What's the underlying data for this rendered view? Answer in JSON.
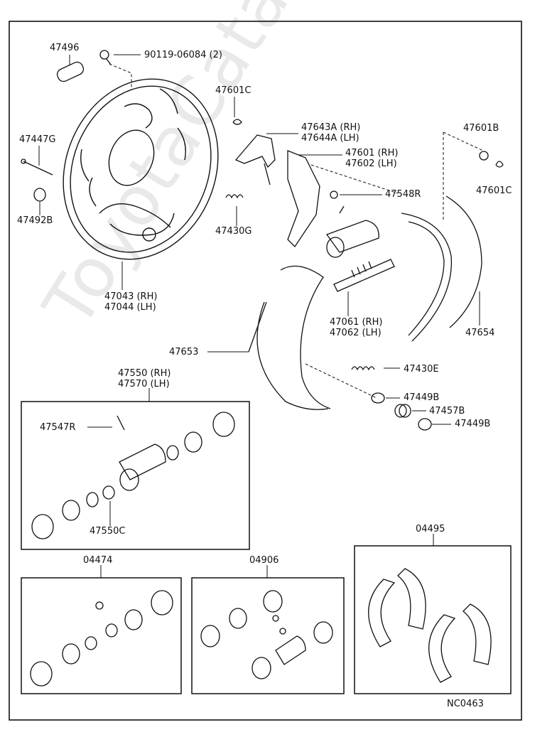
{
  "diagram_id": "NC0463",
  "watermark": "ToyotaCatalog.ru",
  "labels": {
    "p47496": "47496",
    "p90119": "90119-06084 (2)",
    "p47447G": "47447G",
    "p47492B": "47492B",
    "p47601C_top": "47601C",
    "p47643A": "47643A (RH)",
    "p47644A": "47644A (LH)",
    "p47430G": "47430G",
    "p47601B": "47601B",
    "p47601": "47601 (RH)",
    "p47602": "47602 (LH)",
    "p47601C_right": "47601C",
    "p47548R": "47548R",
    "p47043": "47043 (RH)",
    "p47044": "47044 (LH)",
    "p47061": "47061 (RH)",
    "p47062": "47062 (LH)",
    "p47654": "47654",
    "p47653": "47653",
    "p47430E": "47430E",
    "p47449B_1": "47449B",
    "p47457B": "47457B",
    "p47449B_2": "47449B",
    "p47550": "47550 (RH)",
    "p47570": "47570 (LH)",
    "p47547R": "47547R",
    "p47550C": "47550C",
    "p04495": "04495",
    "p04474": "04474",
    "p04906": "04906"
  },
  "colors": {
    "line": "#111111",
    "watermark": "#cfcfcf"
  }
}
